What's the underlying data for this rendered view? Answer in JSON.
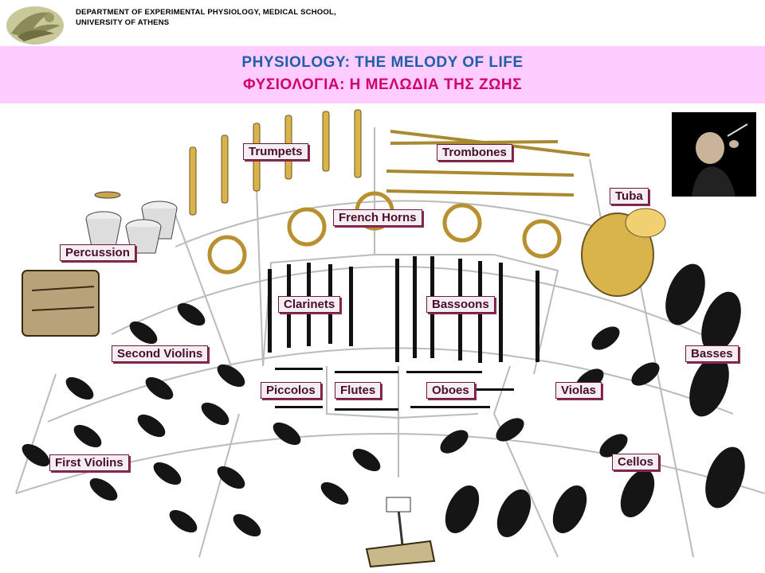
{
  "header": {
    "line1": "DEPARTMENT OF EXPERIMENTAL PHYSIOLOGY, MEDICAL SCHOOL,",
    "line2": "UNIVERSITY OF ATHENS"
  },
  "title": {
    "english": "PHYSIOLOGY:  THE  MELODY  OF  LIFE",
    "greek": "ΦΥΣΙΟΛΟΓΙΑ:  Η  ΜΕΛΩΔΙΑ  ΤΗΣ  ΖΩΗΣ"
  },
  "sections": {
    "trumpets": "Trumpets",
    "trombones": "Trombones",
    "tuba": "Tuba",
    "french_horns": "French Horns",
    "percussion": "Percussion",
    "clarinets": "Clarinets",
    "bassoons": "Bassoons",
    "second_violins": "Second Violins",
    "basses": "Basses",
    "piccolos": "Piccolos",
    "flutes": "Flutes",
    "oboes": "Oboes",
    "violas": "Violas",
    "first_violins": "First Violins",
    "cellos": "Cellos"
  },
  "colors": {
    "banner": "#ffccff",
    "title_english": "#1f5fa8",
    "title_greek": "#d0006f",
    "label_border": "#6a1a3a",
    "brass": "#d9b44a",
    "wood": "#111111"
  }
}
